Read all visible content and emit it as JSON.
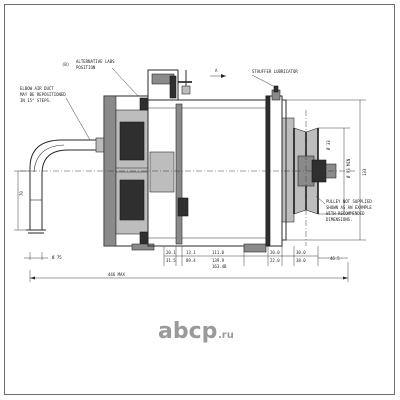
{
  "drawing": {
    "callout_alt_labs": "ALTERNATIVE LABS",
    "callout_position": "POSITION",
    "callout_b_marker": "(B)",
    "callout_elbow": [
      "ELBOW AIR DUCT",
      "MAY BE REPOSITIONED",
      "IN 15° STEPS."
    ],
    "callout_lubricator": "STAUFFER LUBRICATOR",
    "section_marker": "A",
    "callout_pulley": [
      "PULLEY NOT SUPPLIED",
      "SHOWN AS AN EXAMPLE",
      "WITH RECOMMENDED",
      "DIMENSIONS."
    ],
    "dims": {
      "left_vertical": "70",
      "duct_diameter": "Ø 75",
      "d1_top": "20.1",
      "d1_bot": "31.5",
      "d2_top": "13.1",
      "d2_bot": "89.4",
      "d3_top": "111.0",
      "d3_bot": "139.9",
      "d3_bot2": "163.4B",
      "d4_top": "20.0",
      "d4_bot": "22.0",
      "d5_top": "30.0",
      "d5_bot": "38.0",
      "d6": "46.5",
      "overall": "446 MAX",
      "pulley_dia": "Ø 93 MIN",
      "right_vertical": "133",
      "right_dia": "Ø 33"
    }
  },
  "watermark": {
    "text": "abcp",
    "suffix": ".ru"
  }
}
